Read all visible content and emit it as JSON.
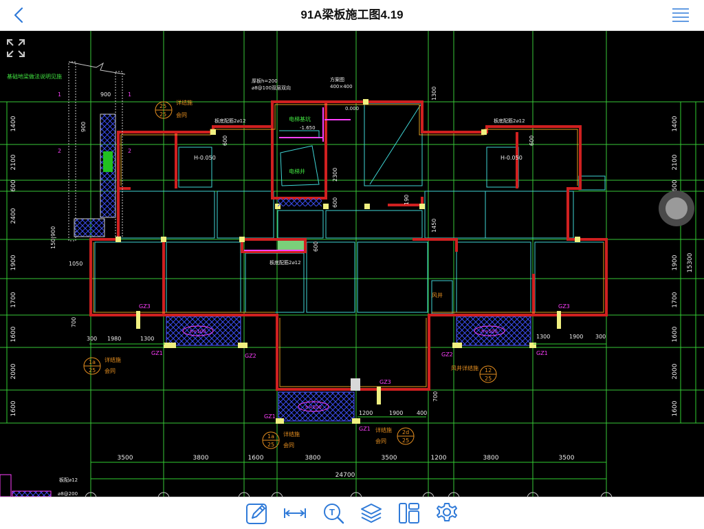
{
  "header": {
    "title": "91A梁板施工图4.19"
  },
  "icons": {
    "back": "chevron-left-icon",
    "menu": "hamburger-menu-icon",
    "fit": "fullscreen-expand-icon",
    "float": "assistive-touch-icon"
  },
  "toolbar": {
    "tools": [
      "edit-icon",
      "measure-icon",
      "text-search-icon",
      "layers-icon",
      "layout-icon",
      "settings-icon"
    ]
  },
  "drawing": {
    "bottom_dims": [
      "3500",
      "3800",
      "1600",
      "3800",
      "3500",
      "1200",
      "3800",
      "3500"
    ],
    "total_width": "24700",
    "left_dims": [
      "1400",
      "2100",
      "600",
      "2400",
      "1900",
      "1700",
      "1600",
      "2000",
      "1600"
    ],
    "right_dims": [
      "1400",
      "2100",
      "600",
      "2400",
      "1900",
      "1700",
      "1600",
      "2000",
      "1600"
    ],
    "right_total": "15300",
    "labels": {
      "gz23a": "GZ3",
      "gz23b": "GZ3",
      "gz23c": "GZ3",
      "gz1a": "GZ1",
      "gz2a": "GZ2",
      "gz2b": "GZ2",
      "gz1b": "GZ1",
      "gz1c": "GZ1",
      "gz1d": "GZ1",
      "h100a": "h=100",
      "h100b": "h=100",
      "h100c": "h=100",
      "dim_300a": "300",
      "dim_1980": "1980",
      "dim_1300a": "1300",
      "dim_1300b": "1300",
      "dim_1900a": "1900",
      "dim_300b": "300",
      "dim_1200": "1200",
      "dim_1900b": "1900",
      "dim_400": "400",
      "dim_1050": "1050",
      "dim_150_900": "150|900",
      "dim_900a": "900",
      "dim_900b": "900",
      "dim_600a": "600",
      "dim_600b": "600",
      "dim_2300": "2300",
      "dim_1300c": "1300",
      "dim_1450": "1450",
      "dim_600c": "600",
      "dim_700a": "700",
      "dim_700b": "700",
      "dim_190": "190",
      "dim_600d": "600",
      "h0050a": "H-0.050",
      "h0050b": "H-0.050",
      "detail1": "详结施",
      "detail2": "会同",
      "airshaft": "风井",
      "airshaft_note": "风井详结施",
      "elev_well": "电梯井",
      "elev_room": "电梯基坑",
      "ref_1": "1",
      "ref_2": "2",
      "ref_1b": "1",
      "ref_2b": "2",
      "circle_1a": "1a",
      "circle_25a": "25",
      "circle_1b": "1a",
      "circle_25b": "25",
      "circle_2d": "2d",
      "circle_25c": "25",
      "circle_12": "12",
      "circle_25d": "25",
      "circle_25e": "25",
      "circle_25f": "25",
      "note_top_left": "基础地梁做法说明见施",
      "note_beam": "板底配筋2⌀12",
      "note_beam2": "板底配筋2⌀12",
      "note_beam3": "板底配筋2⌀12",
      "note_slab": "厚板h=200",
      "note_slab2": "⌀8@100双层双向",
      "note_box": "方案图",
      "note_box2": "400×400",
      "note_zero": "0.000",
      "note_1650": "-1.650",
      "note_corner": "板配⌀12",
      "note_corner2": "⌀8@200"
    }
  }
}
